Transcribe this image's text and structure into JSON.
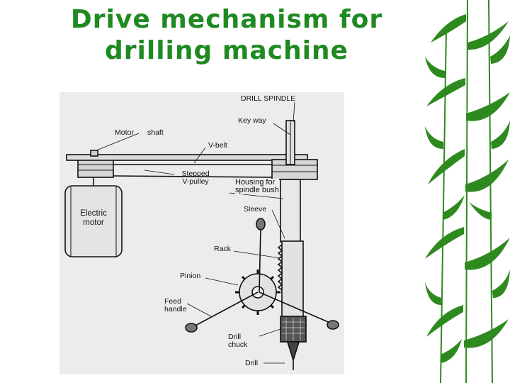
{
  "title": {
    "line1": "Drive mechanism for",
    "line2": "drilling machine"
  },
  "diagram": {
    "labels": {
      "drill_spindle": "DRILL SPINDLE",
      "key_way": "Key way",
      "motor": "Motor",
      "shaft": "shaft",
      "v_belt": "V-belt",
      "stepped_1": "Stepped",
      "stepped_2": "V-pulley",
      "housing_1": "Housing for",
      "housing_2": "spindle bush",
      "electric_1": "Electric",
      "electric_2": "motor",
      "sleeve": "Sleeve",
      "rack": "Rack",
      "pinion": "Pinion",
      "feed_1": "Feed",
      "feed_2": "handle",
      "chuck_1": "Drill",
      "chuck_2": "chuck",
      "drill": "Drill"
    }
  },
  "colors": {
    "title": "#1f8a22",
    "bamboo": "#2e8a1e"
  }
}
